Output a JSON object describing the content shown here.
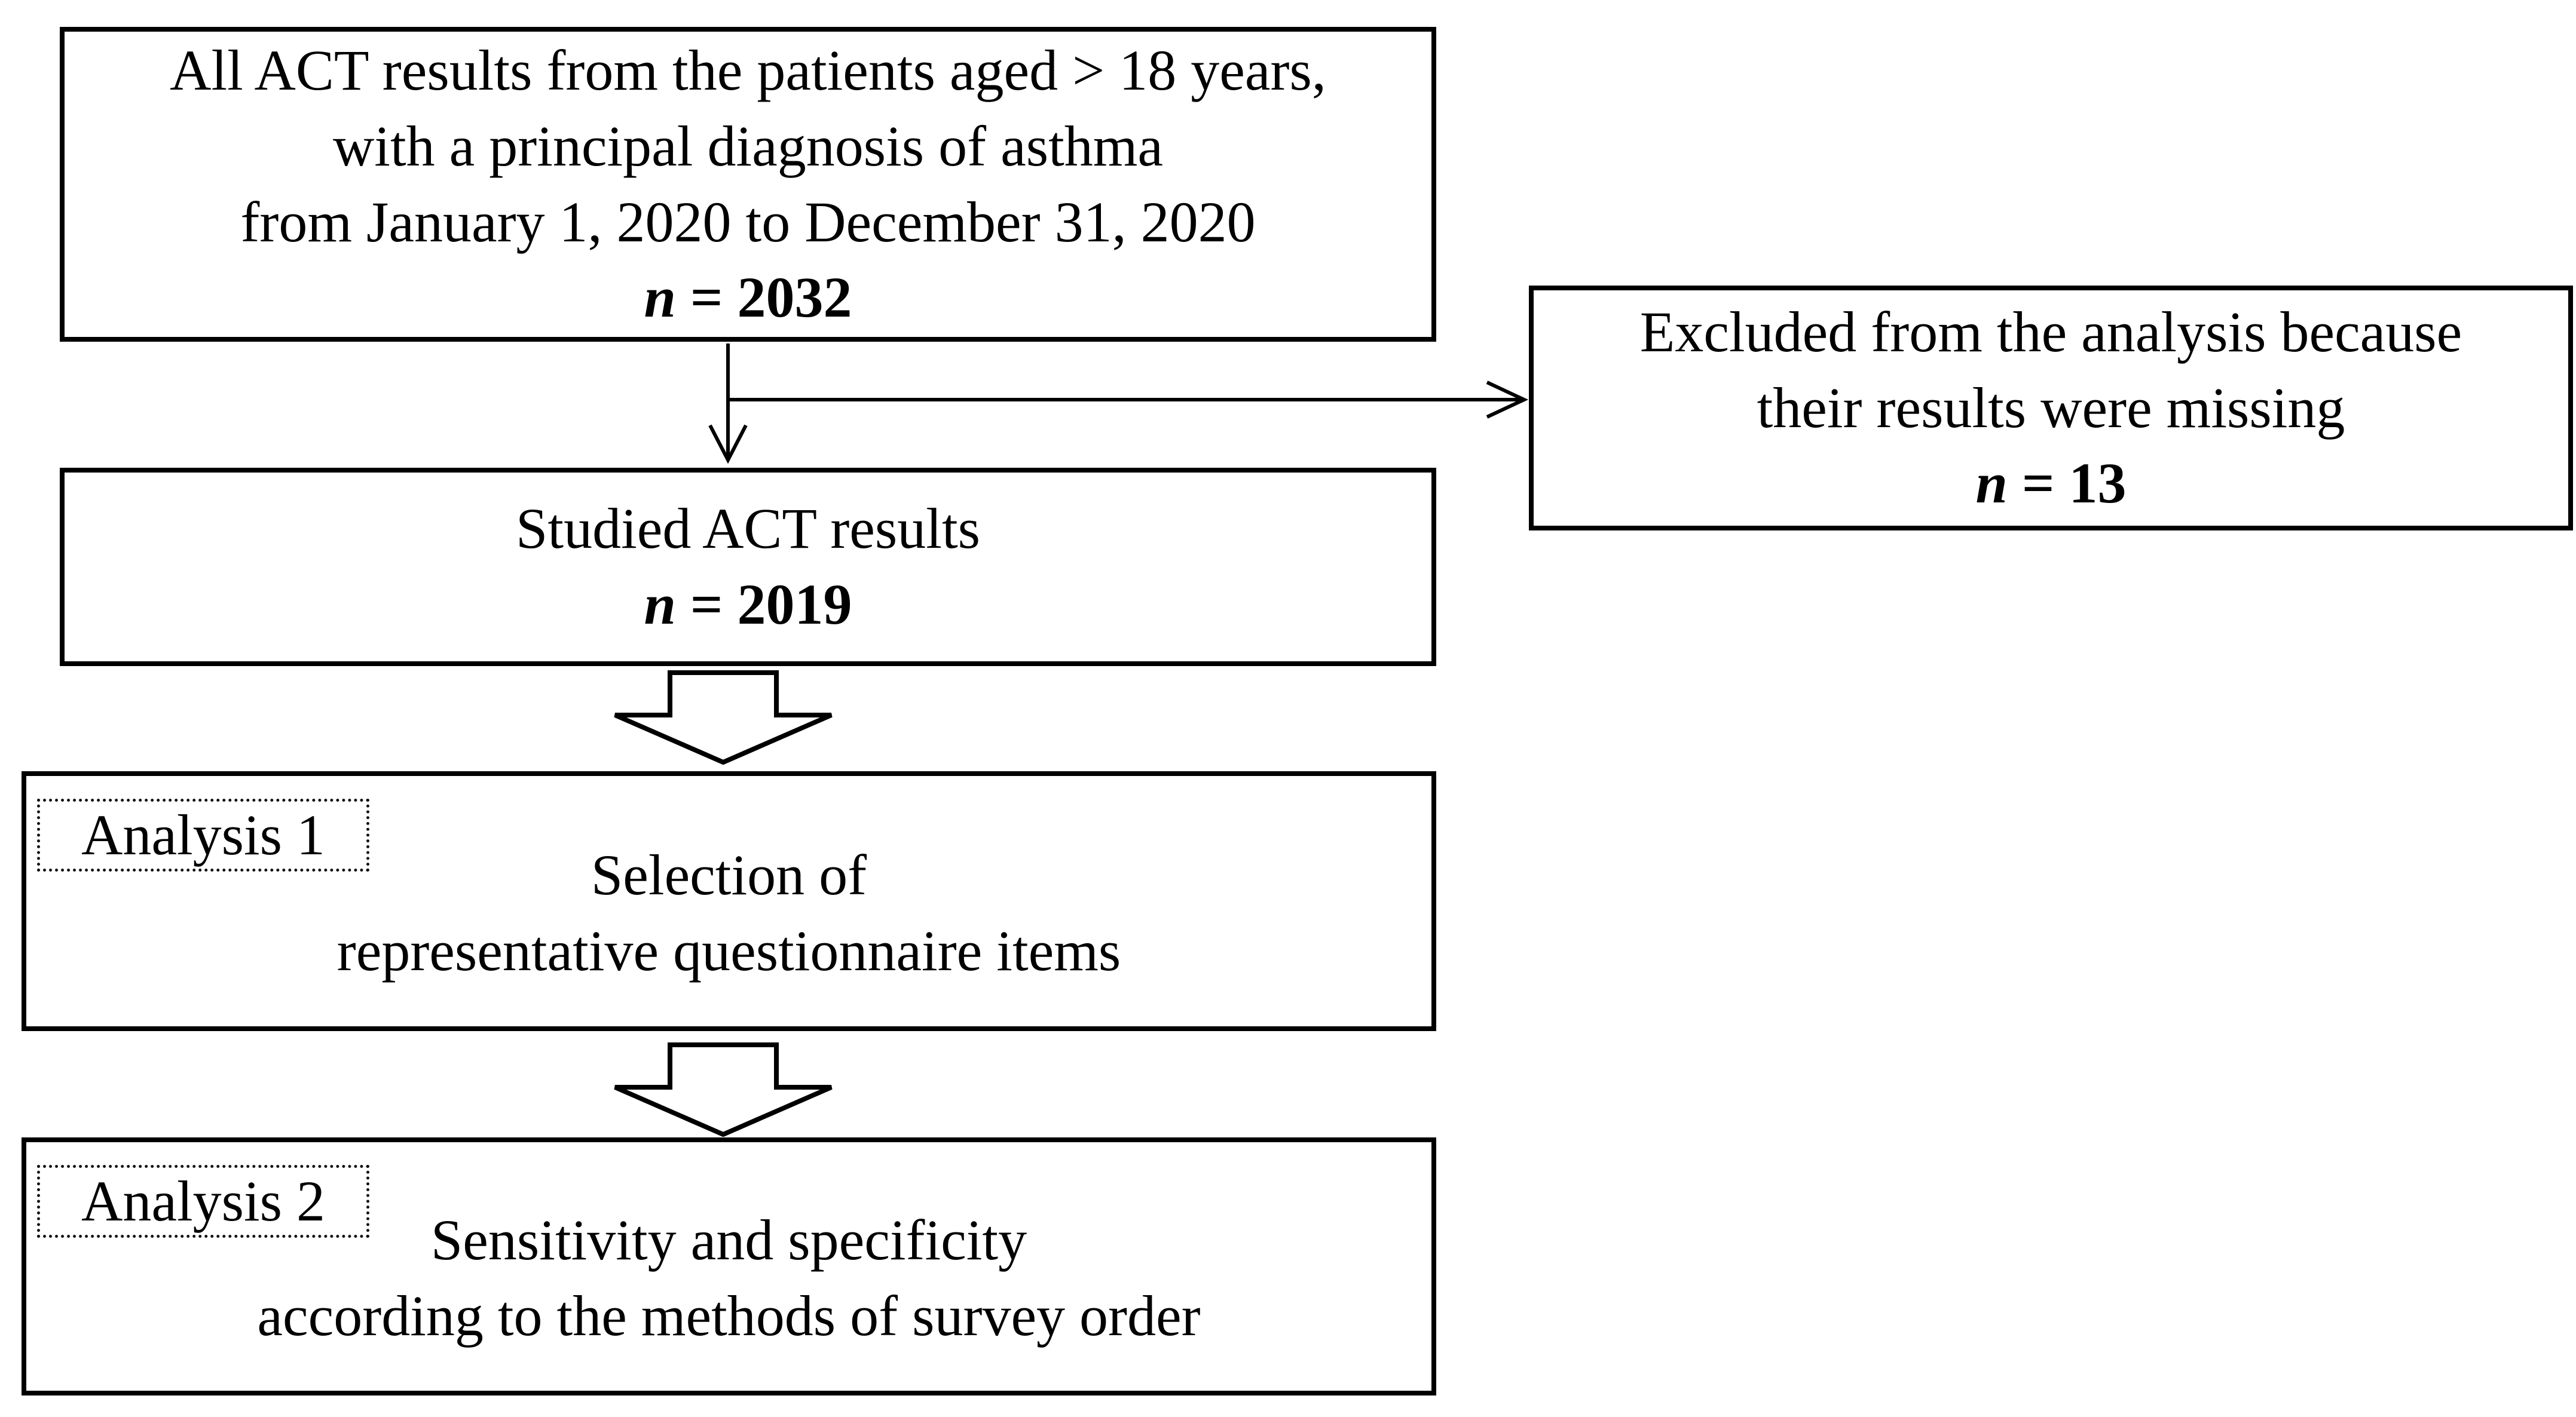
{
  "figure": {
    "type": "study-flow-diagram",
    "colors": {
      "background": "#ffffff",
      "line": "#000000",
      "text": "#000000"
    }
  },
  "boxes": {
    "top": {
      "lines": [
        "All ACT results from the patients aged > 18 years,",
        "with a principal diagnosis of asthma",
        "from January 1, 2020 to December 31, 2020"
      ],
      "n": {
        "label": "n",
        "value": "= 2032"
      }
    },
    "excluded": {
      "lines": [
        "Excluded from the analysis because",
        "their results were missing"
      ],
      "n": {
        "label": "n",
        "value": "= 13"
      }
    },
    "studied": {
      "lines": [
        "Studied ACT results"
      ],
      "n": {
        "label": "n",
        "value": "= 2019"
      }
    },
    "analysis1": {
      "tag": "Analysis 1",
      "lines": [
        "Selection of",
        "representative questionnaire items"
      ]
    },
    "analysis2": {
      "tag": "Analysis 2",
      "lines": [
        "Sensitivity and specificity",
        "according to the methods of survey order"
      ]
    }
  }
}
